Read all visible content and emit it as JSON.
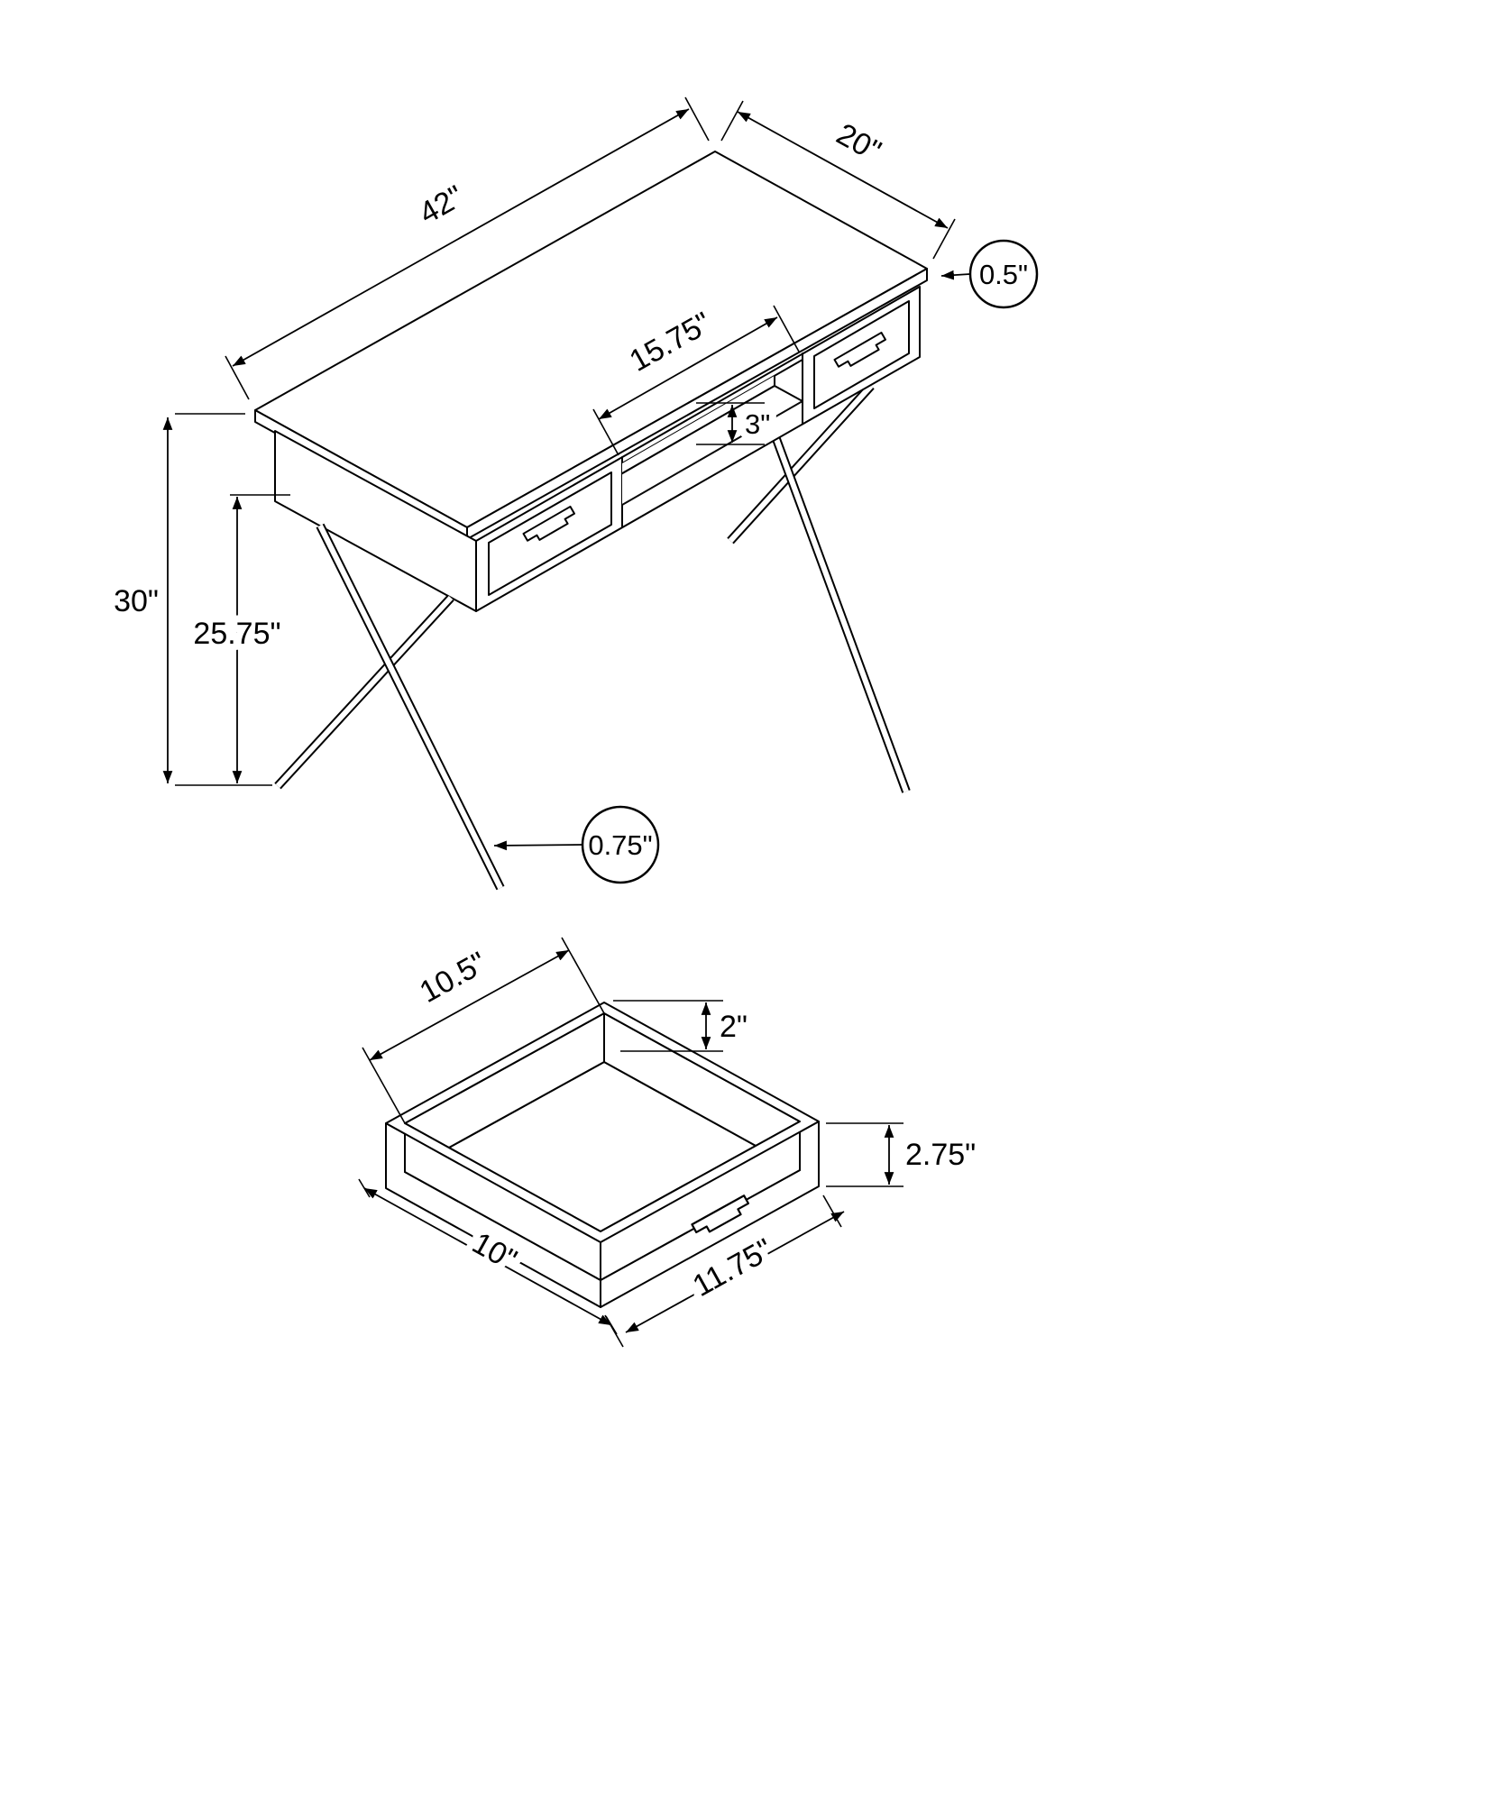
{
  "page": {
    "background": "#ffffff",
    "line_color": "#000000",
    "text_color": "#000000"
  },
  "diagram": {
    "subject": "desk-with-x-legs-and-drawer-dimension-diagram",
    "views": {
      "desk": {
        "labels": {
          "length": "42\"",
          "depth": "20\"",
          "top_thickness": "0.5\"",
          "cubby_width": "15.75\"",
          "cubby_height": "3\"",
          "overall_height": "30\"",
          "leg_height": "25.75\"",
          "leg_diameter": "0.75\""
        }
      },
      "drawer": {
        "labels": {
          "inner_width": "10.5\"",
          "inner_height": "2\"",
          "front_height": "2.75\"",
          "depth": "10\"",
          "width": "11.75\""
        }
      }
    }
  }
}
